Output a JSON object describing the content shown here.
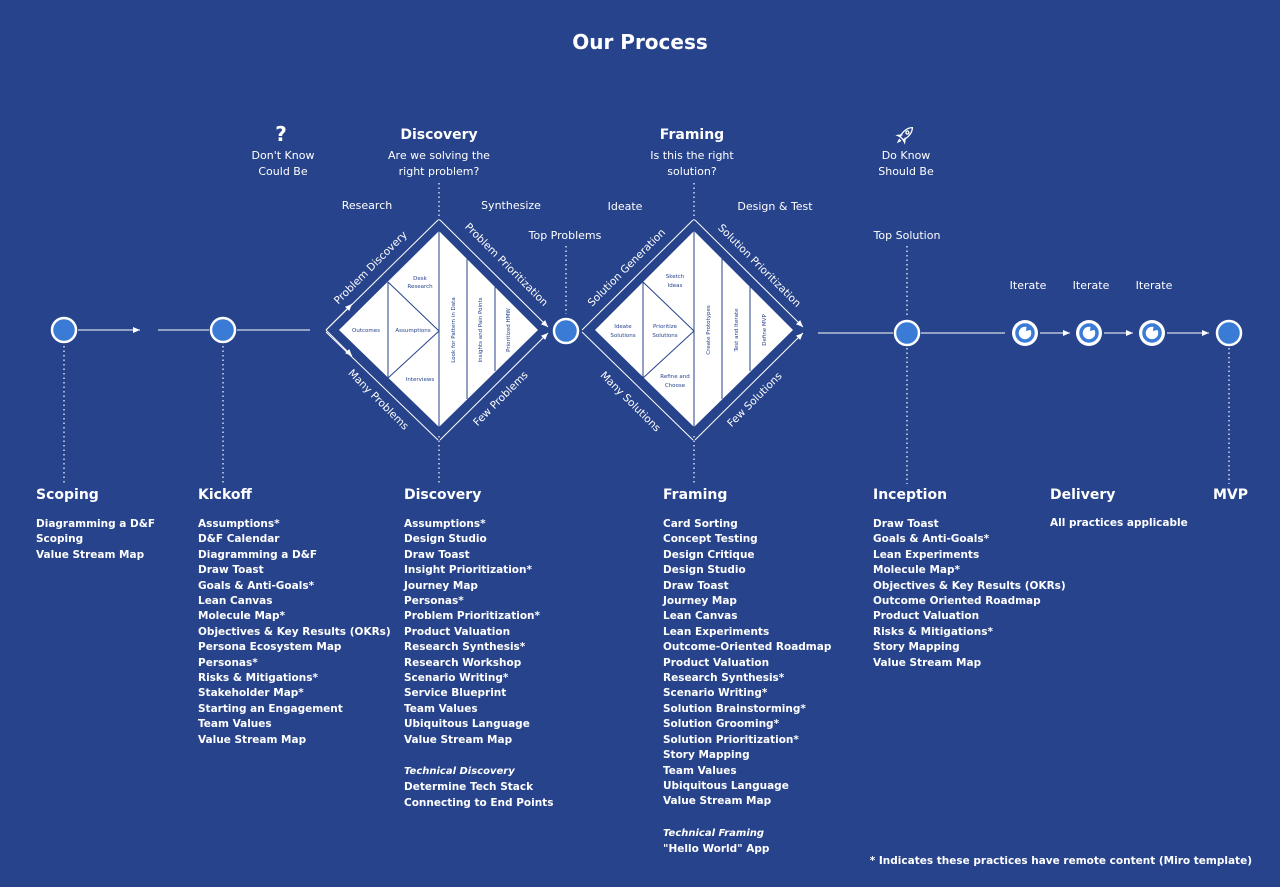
{
  "title": "Our Process",
  "phases": {
    "dont_know": {
      "icon": "question-icon",
      "line1": "Don't Know",
      "line2": "Could Be"
    },
    "discovery": {
      "title": "Discovery",
      "line1": "Are we solving the",
      "line2": "right problem?"
    },
    "framing": {
      "title": "Framing",
      "line1": "Is this the right",
      "line2": "solution?"
    },
    "do_know": {
      "icon": "rocket-icon",
      "line1": "Do Know",
      "line2": "Should Be"
    }
  },
  "labels": {
    "research": "Research",
    "synthesize": "Synthesize",
    "ideate": "Ideate",
    "design_test": "Design & Test",
    "top_problems": "Top Problems",
    "top_solution": "Top Solution",
    "problem_discovery": "Problem Discovery",
    "problem_prioritization": "Problem Prioritization",
    "many_problems": "Many Problems",
    "few_problems": "Few Problems",
    "solution_generation": "Solution Generation",
    "solution_prioritization": "Solution Prioritization",
    "many_solutions": "Many Solutions",
    "few_solutions": "Few Solutions",
    "iterate": [
      "Iterate",
      "Iterate",
      "Iterate"
    ]
  },
  "diamond1": {
    "outcomes": "Outcomes",
    "assumptions": "Assumptions",
    "desk_research": [
      "Desk",
      "Research"
    ],
    "interviews": "Interviews",
    "look_for_pattern": "Look for Pattern in Data",
    "insights": "Insights and Pain Points",
    "prioritized_hmw": "Prioritized HMW"
  },
  "diamond2": {
    "ideate_solutions": [
      "Ideate",
      "Solutions"
    ],
    "sketch_ideas": [
      "Sketch",
      "Ideas"
    ],
    "prioritize_solutions": [
      "Prioritize",
      "Solutions"
    ],
    "refine_choose": [
      "Refine and",
      "Choose"
    ],
    "create_prototypes": "Create Prototypes",
    "test_iterate": "Test and Iterate",
    "define_mvp": "Define MVP"
  },
  "columns": {
    "scoping": {
      "title": "Scoping",
      "items": [
        "Diagramming a D&F",
        "Scoping",
        "Value Stream Map"
      ]
    },
    "kickoff": {
      "title": "Kickoff",
      "items": [
        "Assumptions*",
        "D&F Calendar",
        "Diagramming a D&F",
        "Draw Toast",
        "Goals & Anti-Goals*",
        "Lean Canvas",
        "Molecule Map*",
        "Objectives & Key Results (OKRs)",
        "Persona Ecosystem Map",
        "Personas*",
        "Risks & Mitigations*",
        "Stakeholder Map*",
        "Starting an Engagement",
        "Team Values",
        "Value Stream Map"
      ]
    },
    "discovery": {
      "title": "Discovery",
      "items": [
        "Assumptions*",
        "Design Studio",
        "Draw Toast",
        "Insight Prioritization*",
        "Journey Map",
        "Personas*",
        "Problem Prioritization*",
        "Product Valuation",
        "Research Synthesis*",
        "Research Workshop",
        "Scenario Writing*",
        "Service Blueprint",
        "Team Values",
        "Ubiquitous Language",
        "Value Stream Map"
      ],
      "sub_title": "Technical Discovery",
      "sub_items": [
        "Determine Tech Stack",
        "Connecting to End Points"
      ]
    },
    "framing": {
      "title": "Framing",
      "items": [
        "Card Sorting",
        "Concept Testing",
        "Design Critique",
        "Design Studio",
        "Draw Toast",
        "Journey Map",
        "Lean Canvas",
        "Lean Experiments",
        "Outcome-Oriented Roadmap",
        "Product Valuation",
        "Research Synthesis*",
        "Scenario Writing*",
        "Solution Brainstorming*",
        "Solution Grooming*",
        "Solution Prioritization*",
        "Story Mapping",
        "Team Values",
        "Ubiquitous Language",
        "Value Stream Map"
      ],
      "sub_title": "Technical Framing",
      "sub_items": [
        "\"Hello World\" App"
      ]
    },
    "inception": {
      "title": "Inception",
      "items": [
        "Draw Toast",
        "Goals & Anti-Goals*",
        "Lean Experiments",
        "Molecule Map*",
        "Objectives & Key Results (OKRs)",
        "Outcome Oriented Roadmap",
        "Product Valuation",
        "Risks & Mitigations*",
        "Story Mapping",
        "Value Stream Map"
      ]
    },
    "delivery": {
      "title": "Delivery",
      "note": "All practices applicable"
    },
    "mvp": {
      "title": "MVP"
    }
  },
  "footnote": "* Indicates these practices have remote content (Miro template)",
  "colors": {
    "background": "#27438b",
    "node_fill": "#3a7bd5",
    "line": "#ffffff"
  }
}
